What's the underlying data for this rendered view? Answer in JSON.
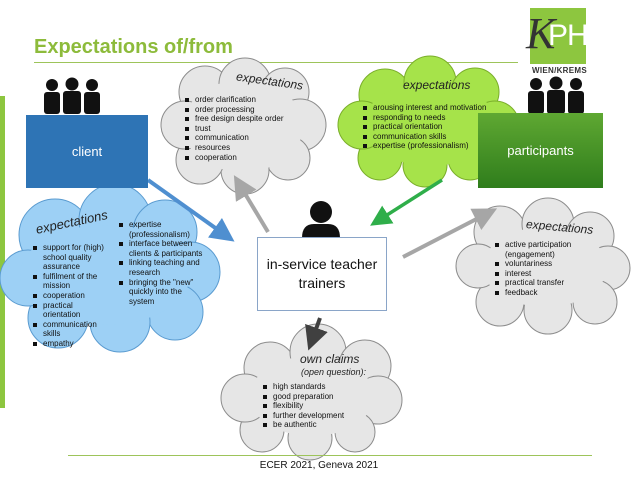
{
  "title": "Expectations of/from",
  "logo": {
    "mark": "PH",
    "letter": "K",
    "subtitle": "WIEN/KREMS"
  },
  "client": {
    "label": "client"
  },
  "participants": {
    "label": "participants"
  },
  "center": {
    "line1": "in-service teacher",
    "line2": "trainers"
  },
  "clouds": {
    "top_center": {
      "title": "expectations",
      "items": [
        "order clarification",
        "order processing",
        "free design despite order",
        "trust",
        "communication",
        "resources",
        "cooperation"
      ]
    },
    "top_right": {
      "title": "expectations",
      "items": [
        "arousing interest and motivation",
        "responding to needs",
        "practical orientation",
        "communication skills",
        "expertise (professionalism)"
      ]
    },
    "left": {
      "title": "expectations",
      "items_col1": [
        "support for (high) school quality assurance",
        "fulfilment of the mission",
        "cooperation",
        "practical orientation",
        "communication skills",
        "empathy"
      ],
      "items_col2": [
        "expertise (professionalism)",
        "interface between clients & participants",
        "linking teaching and research",
        "bringing the \"new\" quickly into the system"
      ]
    },
    "right": {
      "title": "expectations",
      "items": [
        "active participation (engagement)",
        "voluntariness",
        "interest",
        "practical transfer",
        "feedback"
      ]
    },
    "bottom": {
      "title": "own claims",
      "subtitle": "(open question):",
      "items": [
        "high standards",
        "good preparation",
        "flexibility",
        "further development",
        "be authentic"
      ]
    }
  },
  "colors": {
    "title_green": "#8dbb3b",
    "client_blue": "#2e74b5",
    "participants_green": "#4e9a2a",
    "cloud_gray": "#e6e6e6",
    "cloud_yellow_green": "#a6e34a",
    "cloud_light_blue": "#9dd0f5",
    "arrow_blue": "#4f8fd0",
    "arrow_green": "#2fae4a",
    "arrow_gray": "#a6a6a6",
    "arrow_dark": "#404040"
  },
  "footer": "ECER 2021, Geneva 2021"
}
